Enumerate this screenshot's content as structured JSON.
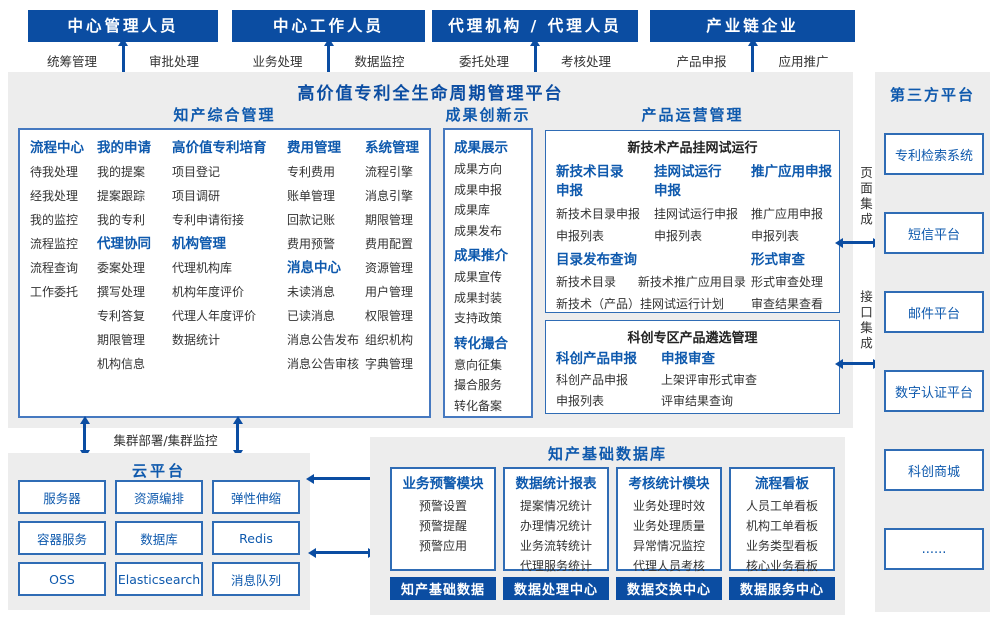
{
  "title": "高价值专利全生命周期管理平台",
  "actors": [
    {
      "name": "中心管理人员",
      "left_label": "统筹管理",
      "right_label": "审批处理"
    },
    {
      "name": "中心工作人员",
      "left_label": "业务处理",
      "right_label": "数据监控"
    },
    {
      "name": "代理机构 / 代理人员",
      "left_label": "委托处理",
      "right_label": "考核处理"
    },
    {
      "name": "产业链企业",
      "left_label": "产品申报",
      "right_label": "应用推广"
    }
  ],
  "comprehensive": {
    "title": "知产综合管理",
    "columns": [
      {
        "groups": [
          {
            "header": "流程中心",
            "items": [
              "待我处理",
              "经我处理",
              "我的监控",
              "流程监控",
              "流程查询",
              "工作委托"
            ]
          }
        ]
      },
      {
        "groups": [
          {
            "header": "我的申请",
            "items": [
              "我的提案",
              "提案跟踪",
              "我的专利"
            ]
          },
          {
            "header": "代理协同",
            "items": [
              "委案处理",
              "撰写处理",
              "专利答复",
              "期限管理",
              "机构信息"
            ]
          }
        ]
      },
      {
        "groups": [
          {
            "header": "高价值专利培育",
            "items": [
              "项目登记",
              "项目调研",
              "专利申请衔接"
            ]
          },
          {
            "header": "机构管理",
            "items": [
              "代理机构库",
              "机构年度评价",
              "代理人年度评价",
              "数据统计"
            ]
          }
        ]
      },
      {
        "groups": [
          {
            "header": "费用管理",
            "items": [
              "专利费用",
              "账单管理",
              "回款记账",
              "费用预警"
            ]
          },
          {
            "header": "消息中心",
            "items": [
              "未读消息",
              "已读消息",
              "消息公告发布",
              "消息公告审核"
            ]
          }
        ]
      },
      {
        "groups": [
          {
            "header": "系统管理",
            "items": [
              "流程引擎",
              "消息引擎",
              "期限管理",
              "费用配置",
              "资源管理",
              "用户管理",
              "权限管理",
              "组织机构",
              "字典管理"
            ]
          }
        ]
      }
    ]
  },
  "innovation": {
    "title": "成果创新示范",
    "groups": [
      {
        "header": "成果展示",
        "items": [
          "成果方向",
          "成果申报",
          "成果库",
          "成果发布"
        ]
      },
      {
        "header": "成果推介",
        "items": [
          "成果宣传",
          "成果封装",
          "支持政策"
        ]
      },
      {
        "header": "转化撮合",
        "items": [
          "意向征集",
          "撮合服务",
          "转化备案"
        ]
      }
    ]
  },
  "product": {
    "title": "产品运营管理",
    "trial": {
      "title": "新技术产品挂网试运行",
      "col1": {
        "header": "新技术目录申报",
        "items": [
          "新技术目录申报",
          "申报列表"
        ]
      },
      "col2": {
        "header": "挂网试运行申报",
        "items": [
          "挂网试运行申报",
          "申报列表"
        ]
      },
      "col3": {
        "header": "推广应用申报",
        "items": [
          "推广应用申报",
          "申报列表"
        ]
      },
      "catalog": {
        "header": "目录发布查询",
        "row1a": "新技术目录",
        "row1b": "新技术推广应用目录",
        "row2": "新技术（产品）挂网试运行计划"
      },
      "review": {
        "header": "形式审查",
        "items": [
          "形式审查处理",
          "审查结果查看"
        ]
      }
    },
    "selection": {
      "title": "科创专区产品遴选管理",
      "col1": {
        "header": "科创产品申报",
        "items": [
          "科创产品申报",
          "申报列表"
        ]
      },
      "col2": {
        "header": "申报审查",
        "items": [
          "上架评审形式审查",
          "评审结果查询"
        ]
      }
    }
  },
  "integration": {
    "page_label": "页面集成",
    "api_label": "接口集成"
  },
  "third_party": {
    "title": "第三方平台",
    "items": [
      "专利检索系统",
      "短信平台",
      "邮件平台",
      "数字认证平台",
      "科创商城",
      "......"
    ]
  },
  "cluster_label": "集群部署/集群监控",
  "cloud": {
    "title": "云平台",
    "items": [
      "服务器",
      "资源编排",
      "弹性伸缩",
      "容器服务",
      "数据库",
      "Redis",
      "OSS",
      "Elasticsearch",
      "消息队列"
    ]
  },
  "database": {
    "title": "知产基础数据库",
    "modules": [
      {
        "header": "业务预警模块",
        "items": [
          "预警设置",
          "预警提醒",
          "预警应用"
        ],
        "footer": "知产基础数据"
      },
      {
        "header": "数据统计报表",
        "items": [
          "提案情况统计",
          "办理情况统计",
          "业务流转统计",
          "代理服务统计"
        ],
        "footer": "数据处理中心"
      },
      {
        "header": "考核统计模块",
        "items": [
          "业务处理时效",
          "业务处理质量",
          "异常情况监控",
          "代理人员考核"
        ],
        "footer": "数据交换中心"
      },
      {
        "header": "流程看板",
        "items": [
          "人员工单看板",
          "机构工单看板",
          "业务类型看板",
          "核心业务看板"
        ],
        "footer": "数据服务中心"
      }
    ]
  },
  "colors": {
    "primary": "#0B4DA2",
    "blue_text": "#0E59AD",
    "panel_bg": "#EDEDED",
    "box_border": "#2F6CB5",
    "item_text": "#333333"
  }
}
